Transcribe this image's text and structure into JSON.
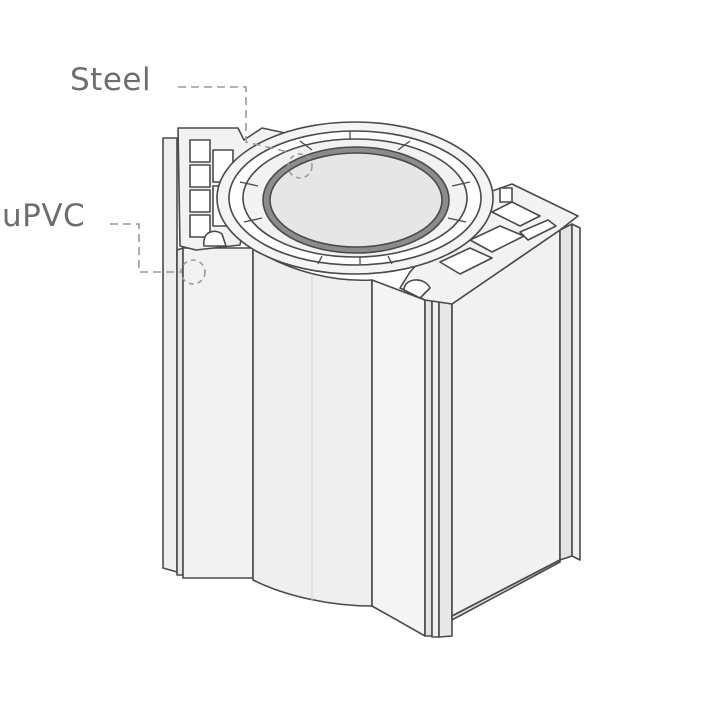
{
  "labels": {
    "steel": "Steel",
    "upvc": "uPVC"
  },
  "colors": {
    "background": "#ffffff",
    "face_light": "#f3f3f3",
    "face_mid": "#eaeaea",
    "face_shade": "#dedede",
    "outline": "#4a4a4a",
    "steel_ring": "#8c8c8c",
    "steel_core": "#e6e6e6",
    "leader_line": "#9a9a9a",
    "label_text": "#6e6e6e"
  },
  "icons": {
    "steel_marker": "dashed-circle",
    "upvc_marker": "dashed-circle"
  }
}
